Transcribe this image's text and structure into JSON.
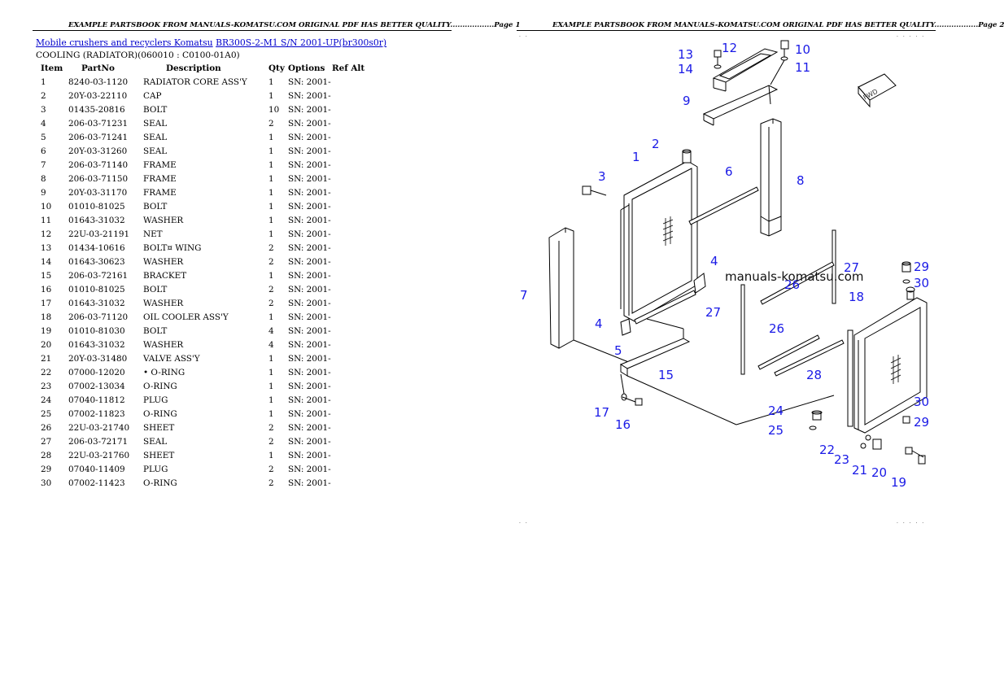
{
  "page1": {
    "header": "EXAMPLE PARTSBOOK FROM MANUALS-KOMATSU.COM ORIGINAL PDF HAS BETTER QUALITY..................Page 1",
    "breadcrumb": {
      "link1": "Mobile crushers and recyclers Komatsu",
      "link2": "BR300S-2-M1 S/N 2001-UP(br300s0r)"
    },
    "subtitle": "COOLING (RADIATOR)(060010 : C0100-01A0)",
    "columns": [
      "Item",
      "PartNo",
      "Description",
      "Qty",
      "Options",
      "Ref Alt"
    ],
    "rows": [
      {
        "item": "1",
        "part": "8240-03-1120",
        "desc": "RADIATOR CORE ASS'Y",
        "qty": "1",
        "opt": "SN: 2001-",
        "ref": ""
      },
      {
        "item": "2",
        "part": "20Y-03-22110",
        "desc": "CAP",
        "qty": "1",
        "opt": "SN: 2001-",
        "ref": ""
      },
      {
        "item": "3",
        "part": "01435-20816",
        "desc": "BOLT",
        "qty": "10",
        "opt": "SN: 2001-",
        "ref": ""
      },
      {
        "item": "4",
        "part": "206-03-71231",
        "desc": "SEAL",
        "qty": "2",
        "opt": "SN: 2001-",
        "ref": ""
      },
      {
        "item": "5",
        "part": "206-03-71241",
        "desc": "SEAL",
        "qty": "1",
        "opt": "SN: 2001-",
        "ref": ""
      },
      {
        "item": "6",
        "part": "20Y-03-31260",
        "desc": "SEAL",
        "qty": "1",
        "opt": "SN: 2001-",
        "ref": ""
      },
      {
        "item": "7",
        "part": "206-03-71140",
        "desc": "FRAME",
        "qty": "1",
        "opt": "SN: 2001-",
        "ref": ""
      },
      {
        "item": "8",
        "part": "206-03-71150",
        "desc": "FRAME",
        "qty": "1",
        "opt": "SN: 2001-",
        "ref": ""
      },
      {
        "item": "9",
        "part": "20Y-03-31170",
        "desc": "FRAME",
        "qty": "1",
        "opt": "SN: 2001-",
        "ref": ""
      },
      {
        "item": "10",
        "part": "01010-81025",
        "desc": "BOLT",
        "qty": "1",
        "opt": "SN: 2001-",
        "ref": ""
      },
      {
        "item": "11",
        "part": "01643-31032",
        "desc": "WASHER",
        "qty": "1",
        "opt": "SN: 2001-",
        "ref": ""
      },
      {
        "item": "12",
        "part": "22U-03-21191",
        "desc": "NET",
        "qty": "1",
        "opt": "SN: 2001-",
        "ref": ""
      },
      {
        "item": "13",
        "part": "01434-10616",
        "desc": "BOLT¤ WING",
        "qty": "2",
        "opt": "SN: 2001-",
        "ref": ""
      },
      {
        "item": "14",
        "part": "01643-30623",
        "desc": "WASHER",
        "qty": "2",
        "opt": "SN: 2001-",
        "ref": ""
      },
      {
        "item": "15",
        "part": "206-03-72161",
        "desc": "BRACKET",
        "qty": "1",
        "opt": "SN: 2001-",
        "ref": ""
      },
      {
        "item": "16",
        "part": "01010-81025",
        "desc": "BOLT",
        "qty": "2",
        "opt": "SN: 2001-",
        "ref": ""
      },
      {
        "item": "17",
        "part": "01643-31032",
        "desc": "WASHER",
        "qty": "2",
        "opt": "SN: 2001-",
        "ref": ""
      },
      {
        "item": "18",
        "part": "206-03-71120",
        "desc": "OIL COOLER ASS'Y",
        "qty": "1",
        "opt": "SN: 2001-",
        "ref": ""
      },
      {
        "item": "19",
        "part": "01010-81030",
        "desc": "BOLT",
        "qty": "4",
        "opt": "SN: 2001-",
        "ref": ""
      },
      {
        "item": "20",
        "part": "01643-31032",
        "desc": "WASHER",
        "qty": "4",
        "opt": "SN: 2001-",
        "ref": ""
      },
      {
        "item": "21",
        "part": "20Y-03-31480",
        "desc": "VALVE ASS'Y",
        "qty": "1",
        "opt": "SN: 2001-",
        "ref": ""
      },
      {
        "item": "22",
        "part": "07000-12020",
        "desc": "• O-RING",
        "qty": "1",
        "opt": "SN: 2001-",
        "ref": ""
      },
      {
        "item": "23",
        "part": "07002-13034",
        "desc": "O-RING",
        "qty": "1",
        "opt": "SN: 2001-",
        "ref": ""
      },
      {
        "item": "24",
        "part": "07040-11812",
        "desc": "PLUG",
        "qty": "1",
        "opt": "SN: 2001-",
        "ref": ""
      },
      {
        "item": "25",
        "part": "07002-11823",
        "desc": "O-RING",
        "qty": "1",
        "opt": "SN: 2001-",
        "ref": ""
      },
      {
        "item": "26",
        "part": "22U-03-21740",
        "desc": "SHEET",
        "qty": "2",
        "opt": "SN: 2001-",
        "ref": ""
      },
      {
        "item": "27",
        "part": "206-03-72171",
        "desc": "SEAL",
        "qty": "2",
        "opt": "SN: 2001-",
        "ref": ""
      },
      {
        "item": "28",
        "part": "22U-03-21760",
        "desc": "SHEET",
        "qty": "1",
        "opt": "SN: 2001-",
        "ref": ""
      },
      {
        "item": "29",
        "part": "07040-11409",
        "desc": "PLUG",
        "qty": "2",
        "opt": "SN: 2001-",
        "ref": ""
      },
      {
        "item": "30",
        "part": "07002-11423",
        "desc": "O-RING",
        "qty": "2",
        "opt": "SN: 2001-",
        "ref": ""
      }
    ]
  },
  "page2": {
    "header": "EXAMPLE PARTSBOOK FROM MANUALS-KOMATSU.COM ORIGINAL PDF HAS BETTER QUALITY..................Page 2",
    "watermark": "manuals-komatsu.com",
    "fwd_label": "FWD",
    "callouts": {
      "c1": "1",
      "c2": "2",
      "c3": "3",
      "c4a": "4",
      "c4b": "4",
      "c5": "5",
      "c6": "6",
      "c7": "7",
      "c8": "8",
      "c9": "9",
      "c10": "10",
      "c11": "11",
      "c12": "12",
      "c13": "13",
      "c14": "14",
      "c15": "15",
      "c16": "16",
      "c17": "17",
      "c18": "18",
      "c19": "19",
      "c20": "20",
      "c21": "21",
      "c22": "22",
      "c23": "23",
      "c24": "24",
      "c25": "25",
      "c26a": "26",
      "c26b": "26",
      "c27a": "27",
      "c27b": "27",
      "c28": "28",
      "c29a": "29",
      "c29b": "29",
      "c30a": "30",
      "c30b": "30"
    }
  }
}
